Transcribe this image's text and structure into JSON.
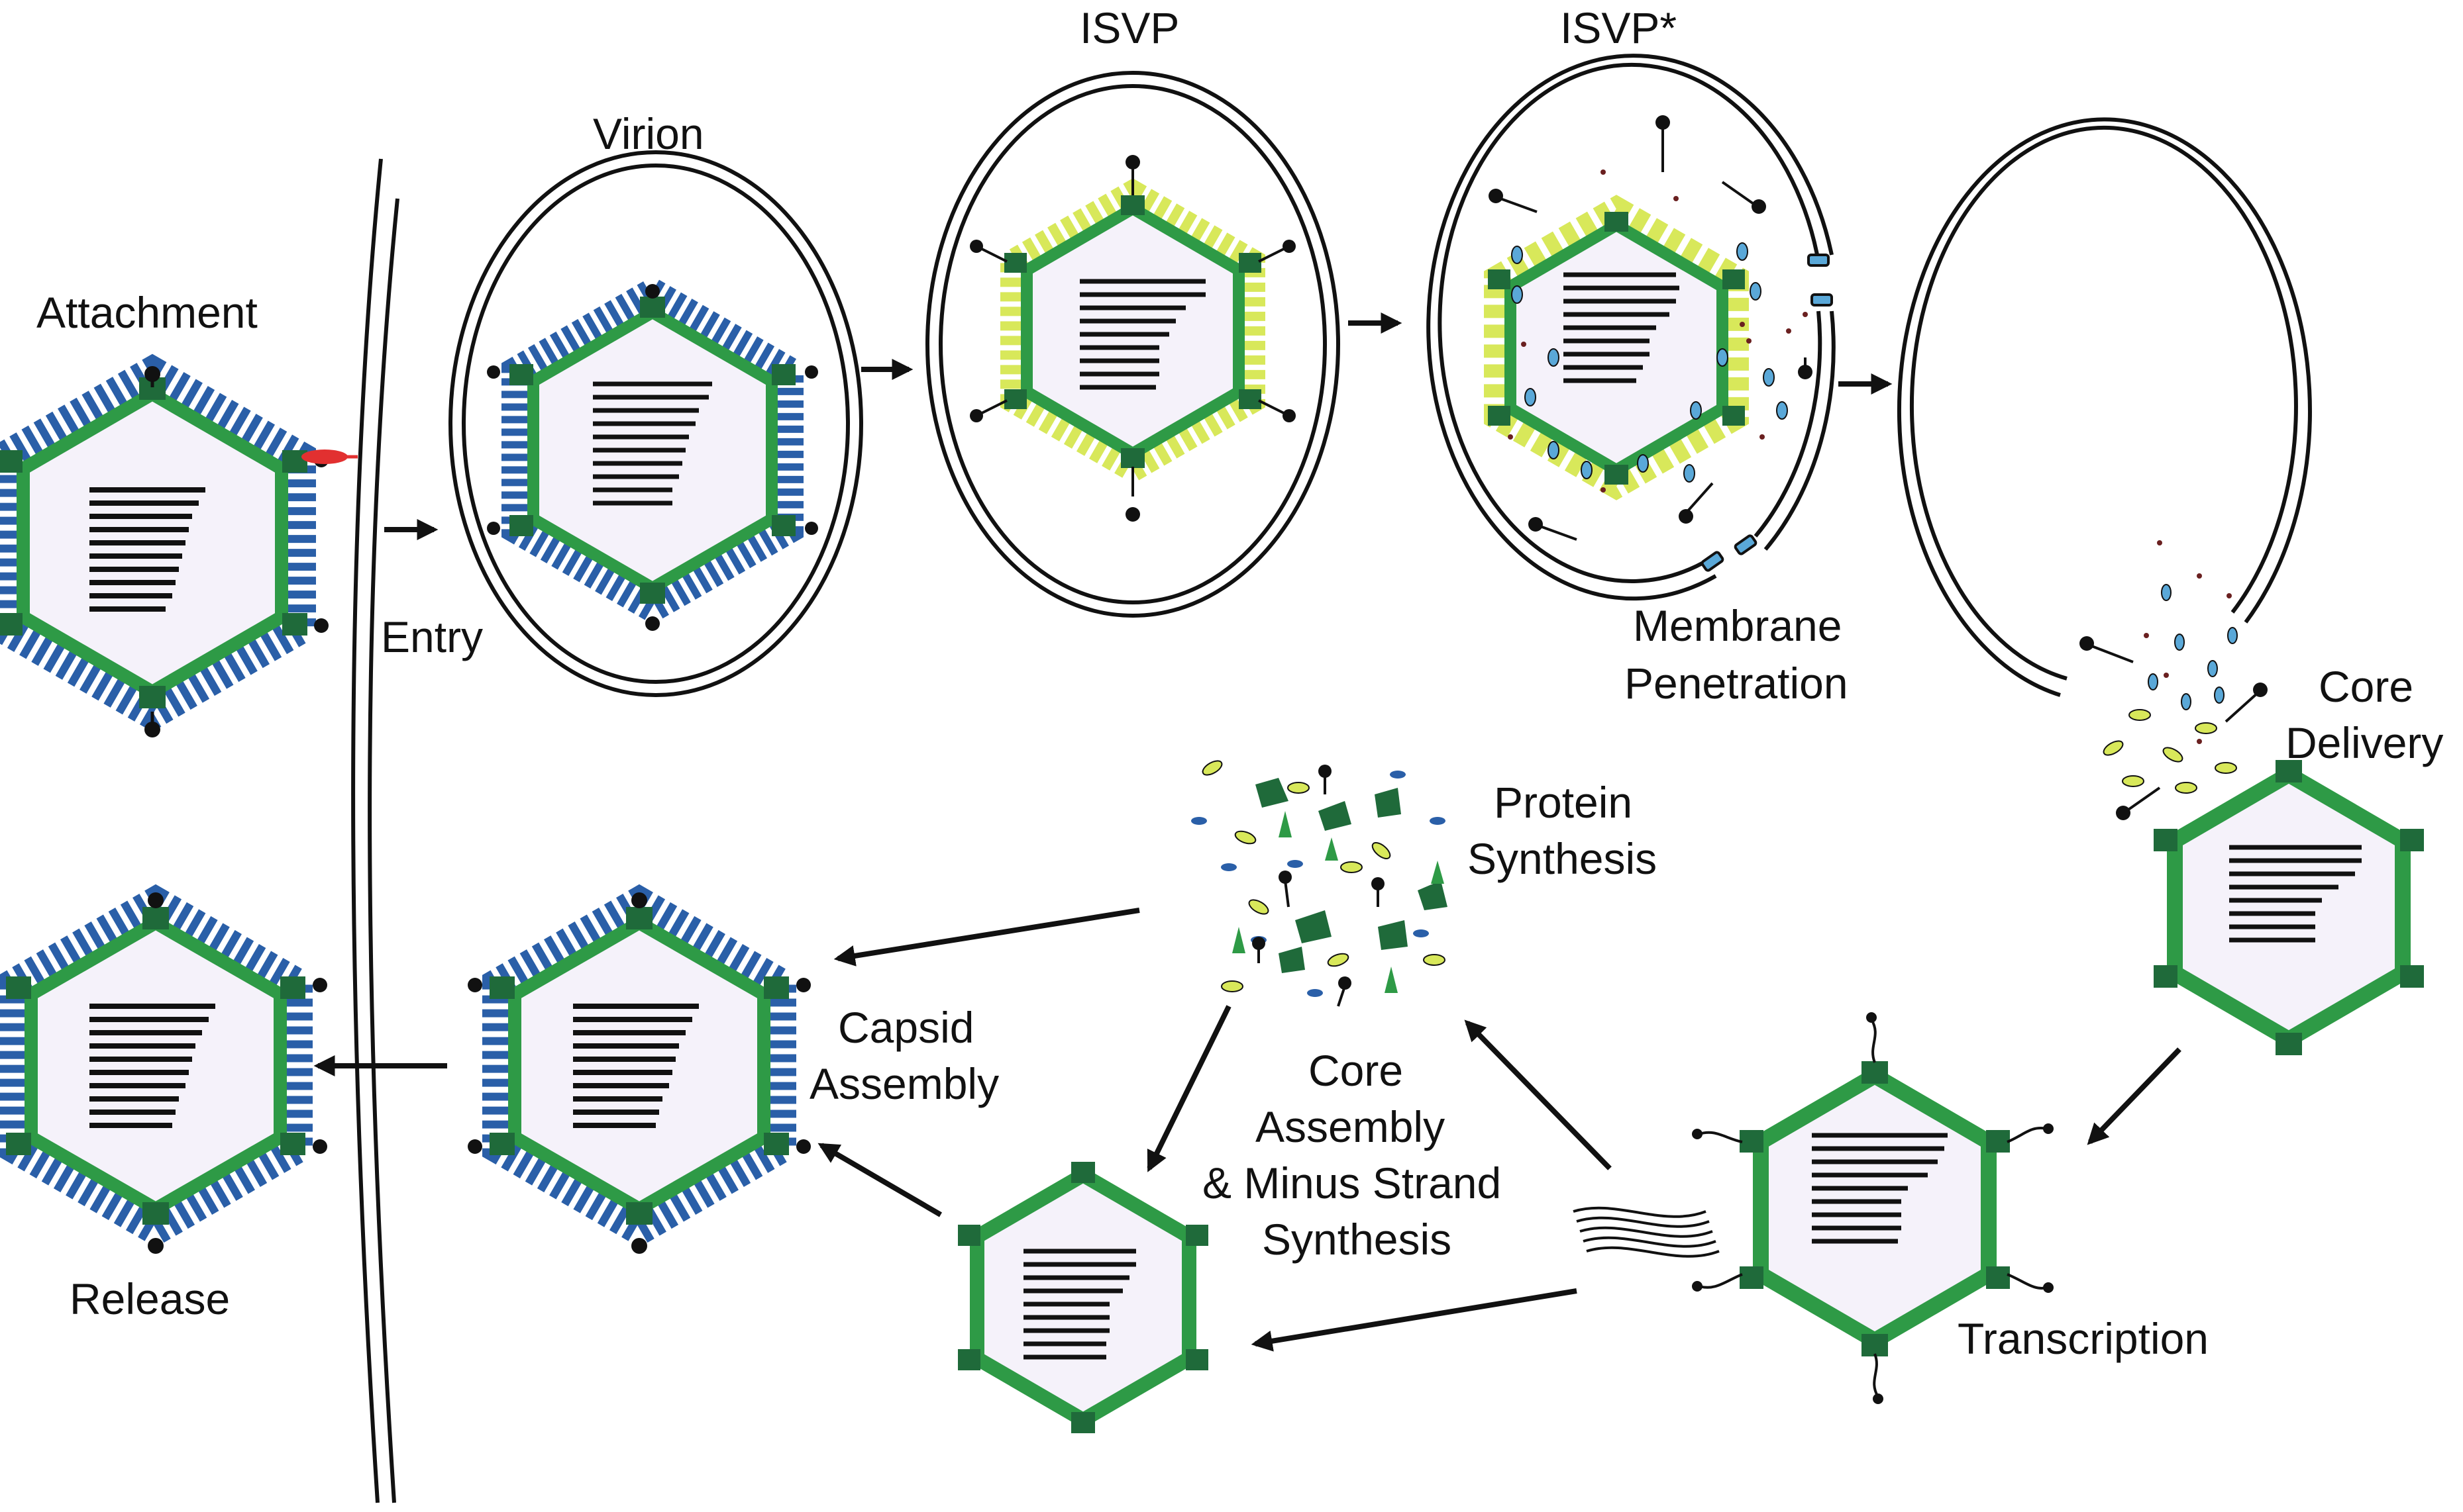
{
  "labels": {
    "attachment": "Attachment",
    "virion": "Virion",
    "entry": "Entry",
    "isvp": "ISVP",
    "isvp_star": "ISVP*",
    "membrane_line1": "Membrane",
    "membrane_line2": "Penetration",
    "core_line1": "Core",
    "core_line2": "Delivery",
    "protein_line1": "Protein",
    "protein_line2": "Synthesis",
    "capsid_line1": "Capsid",
    "capsid_line2": "Assembly",
    "coreasm_line1": "Core",
    "coreasm_line2": "Assembly",
    "coreasm_line3": "& Minus Strand",
    "coreasm_line4": "Synthesis",
    "transcription": "Transcription",
    "release": "Release"
  },
  "colors": {
    "capsid_green": "#2e9a46",
    "turret_green": "#1f6a3a",
    "outer_blue": "#2a5fa8",
    "isvp_yellow": "#d8e85a",
    "core_interior": "#f5f2fa",
    "line_black": "#111111",
    "droplet_blue": "#5aa8d8",
    "dot_brown": "#6a2020",
    "receptor_red": "#e23030"
  }
}
